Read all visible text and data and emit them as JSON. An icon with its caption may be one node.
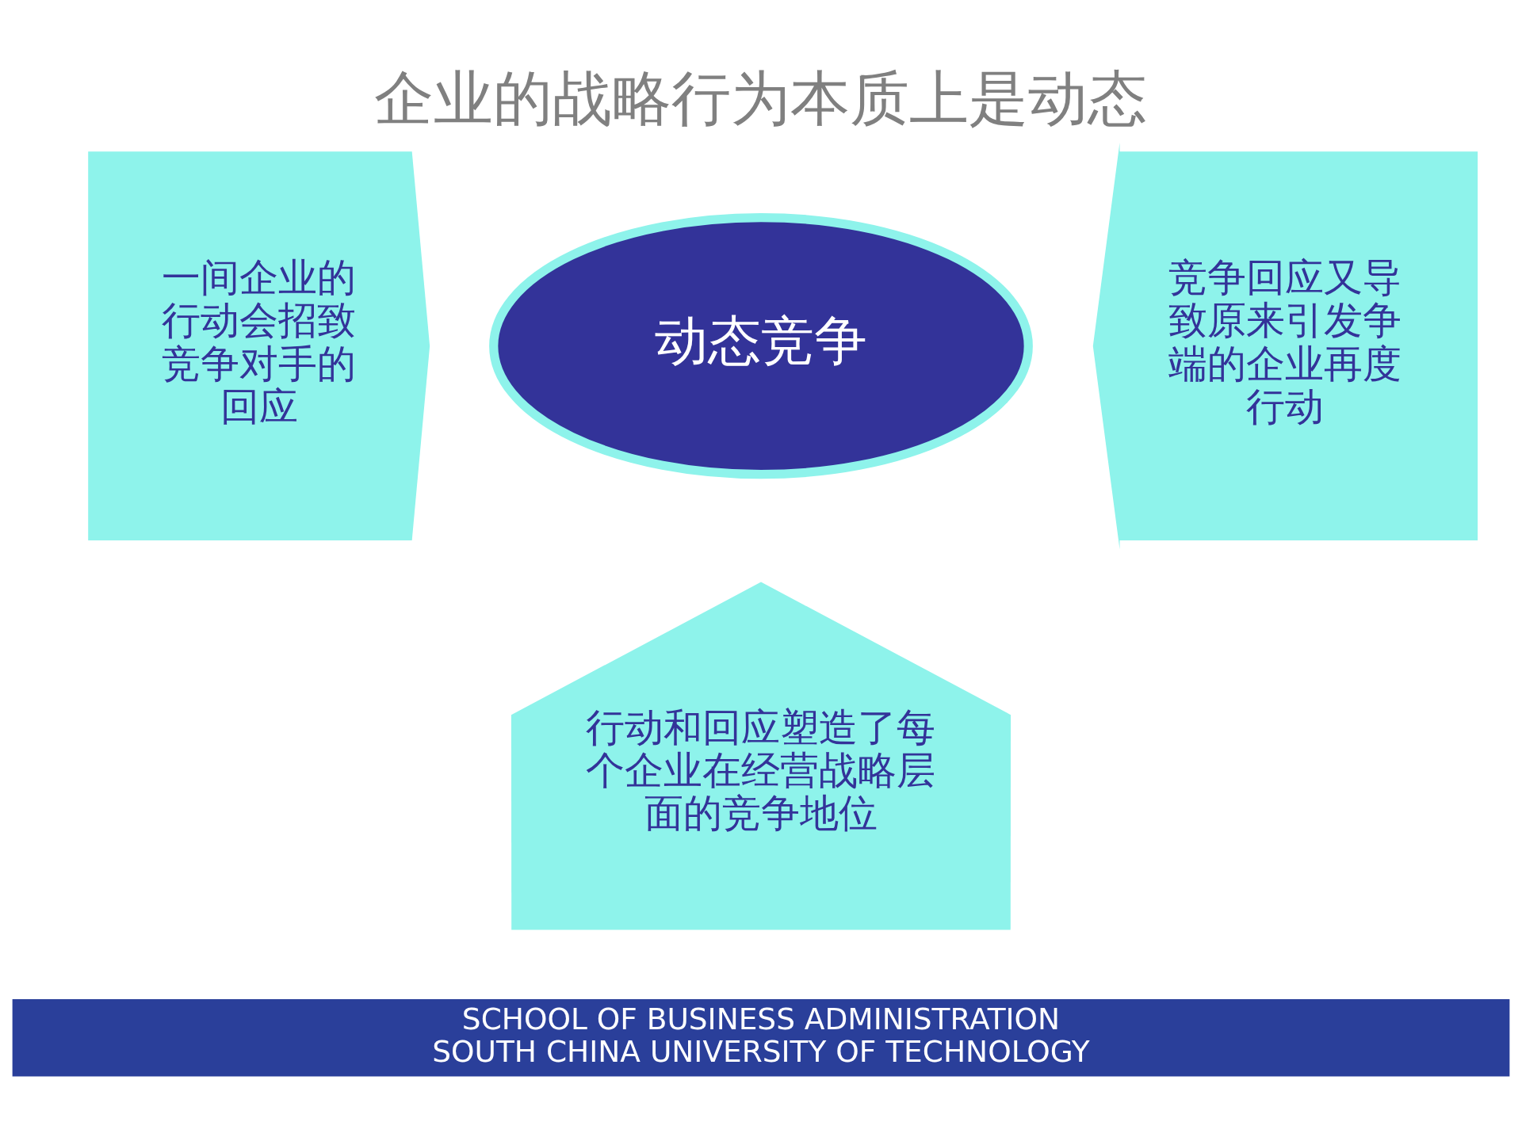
{
  "diagram": {
    "title": "企业的战略行为本质上是动态",
    "nodes": [
      {
        "text": [
          "一间企业的行动会招致竞争对手的回应"
        ]
      },
      {
        "text": [
          "动态竞争"
        ]
      },
      {
        "text": [
          "竞争回应又导致原来引发争端的企业再度行动"
        ]
      },
      {
        "text": [
          "行动和回应塑造了每个企业在经营战略层面的竞争地位"
        ]
      }
    ],
    "edges": [],
    "labels": [
      "SCHOOL OF BUSINESS ADMINISTRATION",
      "SOUTH CHINA UNIVERSITY OF TECHNOLOGY"
    ]
  }
}
